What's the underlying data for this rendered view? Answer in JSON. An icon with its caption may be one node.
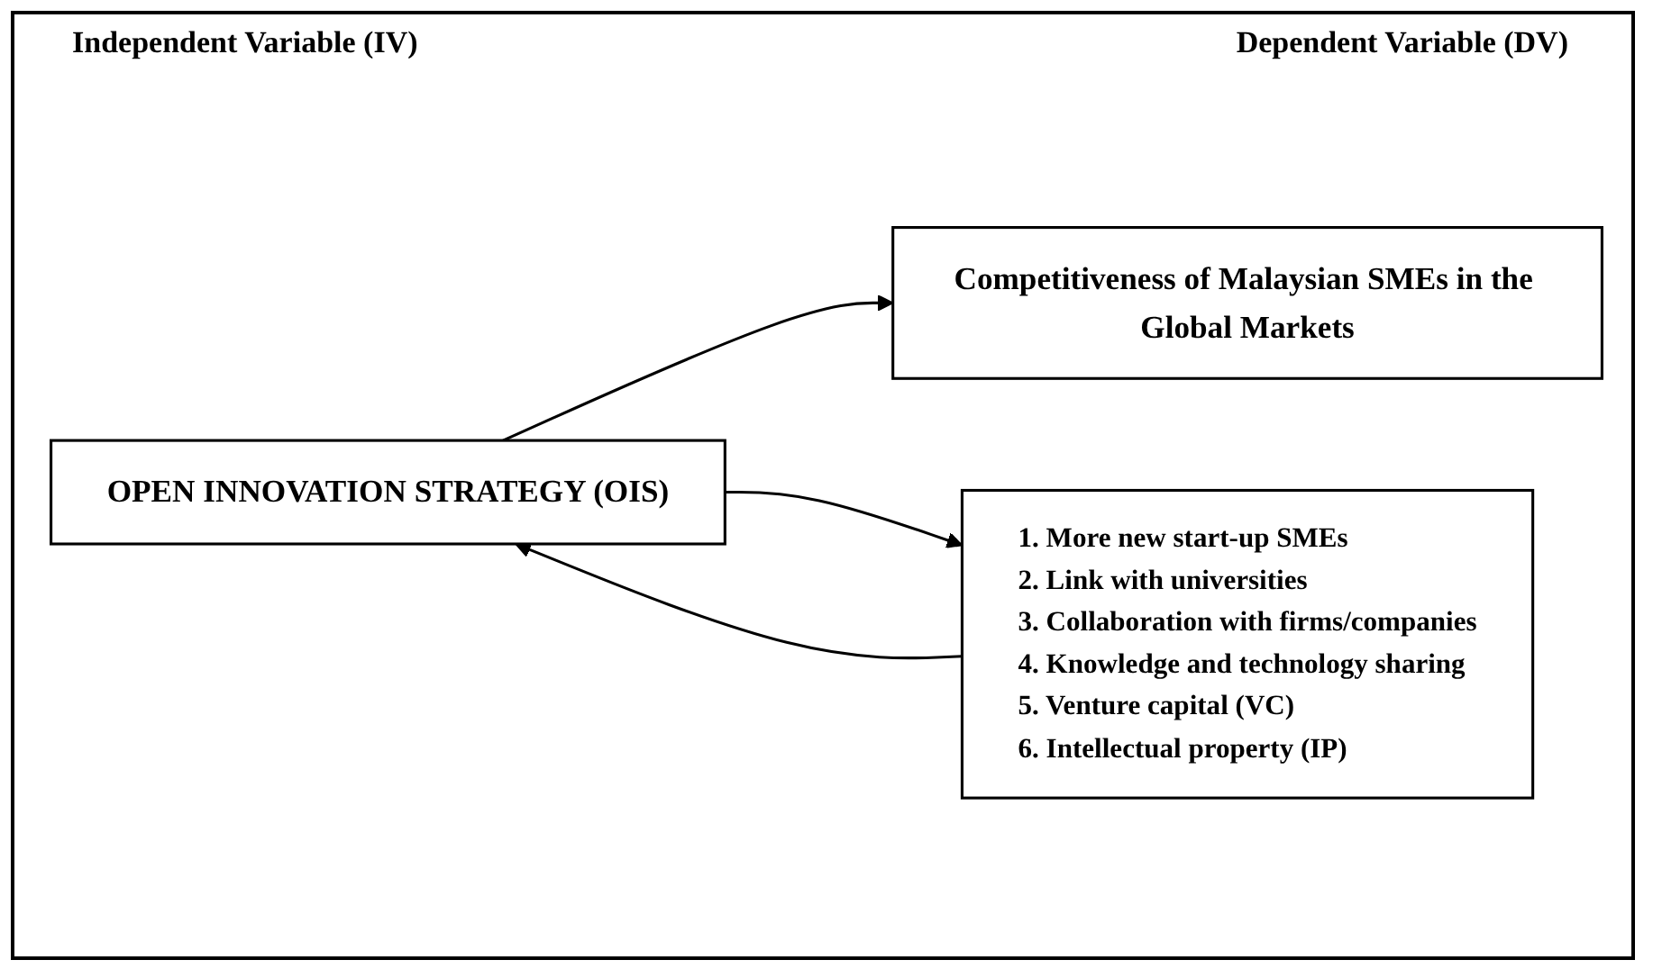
{
  "diagram": {
    "nodes": [
      {
        "text": [
          "OPEN INNOVATION STRATEGY (OIS)"
        ]
      },
      {
        "text": [
          "Competitiveness of Malaysian SMEs in the Global Markets"
        ]
      },
      {
        "text": [
          "1. More new start-up SMEs",
          "2. Link with universities",
          "3. Collaboration with firms/companies",
          "4. Knowledge and technology sharing",
          "5. Venture capital (VC)",
          "6. Intellectual property (IP)"
        ]
      }
    ],
    "edges": [
      {
        "from": 0,
        "to": 1,
        "arrow": "to"
      },
      {
        "from": 0,
        "to": 2,
        "arrow": "to"
      },
      {
        "from": 2,
        "to": 0,
        "arrow": "to"
      }
    ],
    "labels": [
      "Independent Variable (IV)",
      "Dependent Variable (DV)"
    ]
  }
}
